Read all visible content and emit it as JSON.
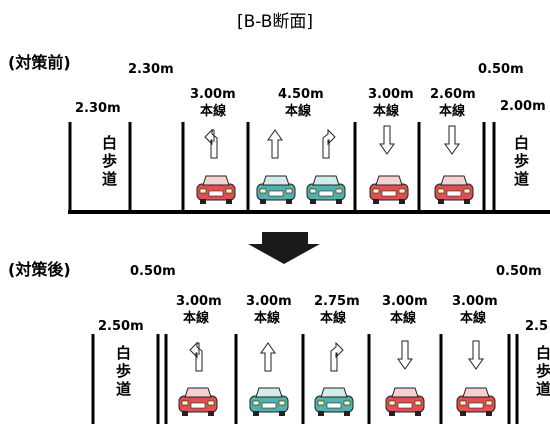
{
  "title": "[B-B断面]",
  "before": {
    "label": "(対策前)",
    "dims_top": [
      "2.30m",
      "0.50m"
    ],
    "sidewalk_left": {
      "width": "2.30m",
      "text": "白歩道"
    },
    "sidewalk_right": {
      "width": "2.00m",
      "text": "白歩道"
    },
    "lanes": [
      {
        "width": "3.00m",
        "name": "本線",
        "arrow": "left-turn-arrow",
        "car": "red"
      },
      {
        "width": "4.50m",
        "name": "本線",
        "arrow": "straight-arrow",
        "car": "teal"
      },
      {
        "width": "",
        "name": "",
        "arrow": "right-turn-arrow",
        "car": "teal"
      },
      {
        "width": "3.00m",
        "name": "本線",
        "arrow": "down-arrow",
        "car": "red"
      },
      {
        "width": "2.60m",
        "name": "本線",
        "arrow": "down-arrow",
        "car": "red"
      }
    ]
  },
  "after": {
    "label": "(対策後)",
    "dims_top": [
      "0.50m",
      "0.50m"
    ],
    "sidewalk_left": {
      "width": "2.50m",
      "text": "白歩道"
    },
    "sidewalk_right": {
      "width": "2.5",
      "text": "白歩道"
    },
    "lanes": [
      {
        "width": "3.00m",
        "name": "本線",
        "arrow": "left-turn-arrow",
        "car": "red"
      },
      {
        "width": "3.00m",
        "name": "本線",
        "arrow": "straight-arrow",
        "car": "teal"
      },
      {
        "width": "2.75m",
        "name": "本線",
        "arrow": "right-turn-arrow",
        "car": "teal"
      },
      {
        "width": "3.00m",
        "name": "本線",
        "arrow": "down-arrow",
        "car": "red"
      },
      {
        "width": "3.00m",
        "name": "本線",
        "arrow": "down-arrow",
        "car": "red"
      }
    ]
  },
  "colors": {
    "car_red": "#e05050",
    "car_teal": "#4fb2ad",
    "line": "#000000"
  }
}
